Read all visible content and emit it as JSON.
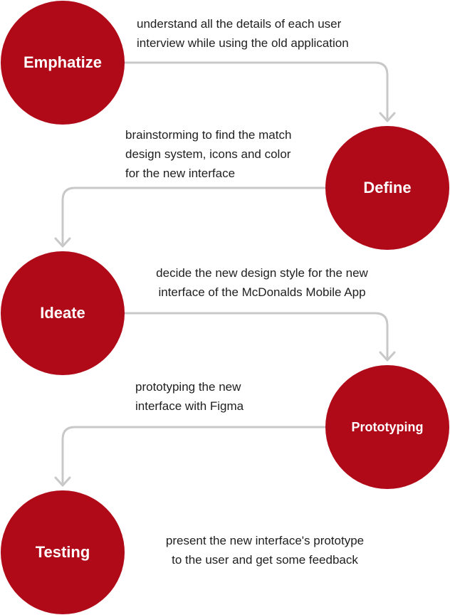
{
  "colors": {
    "circle_fill": "#b00917",
    "connector": "#c8c8c8",
    "circle_text": "#ffffff",
    "description_text": "#1f1f1f"
  },
  "steps": [
    {
      "label": "Emphatize",
      "description": [
        "understand all the details of each user",
        "interview while using the old application"
      ]
    },
    {
      "label": "Define",
      "description": [
        "brainstorming to find the match",
        "design system, icons and color",
        "for the new interface"
      ]
    },
    {
      "label": "Ideate",
      "description": [
        "decide the new design style for the new",
        "interface of the McDonalds Mobile App"
      ]
    },
    {
      "label": "Prototyping",
      "description": [
        "prototyping the new",
        "interface with Figma"
      ]
    },
    {
      "label": "Testing",
      "description": [
        "present the new interface's prototype",
        "to the user and get some feedback"
      ]
    }
  ]
}
